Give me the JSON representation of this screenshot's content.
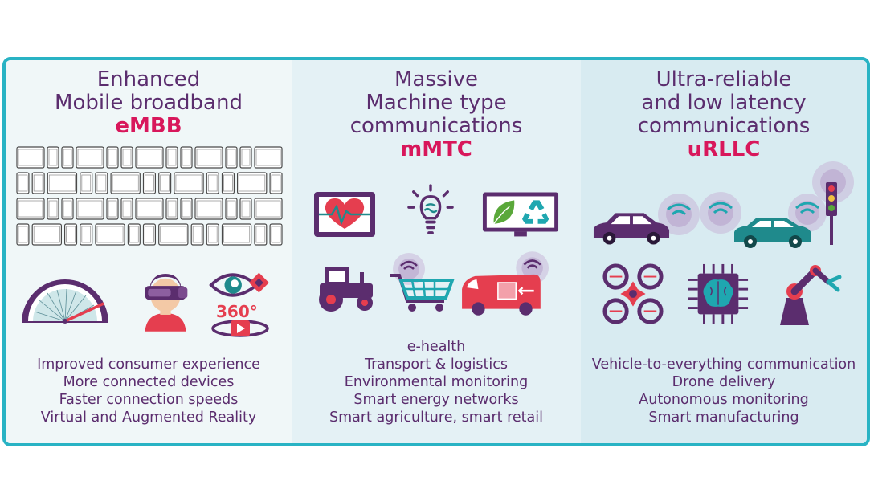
{
  "panels": [
    {
      "title_lines": [
        "Enhanced",
        "Mobile broadband"
      ],
      "code": "eMBB",
      "items": [
        "Improved consumer experience",
        "More connected devices",
        "Faster connection speeds",
        "Virtual and Augmented Reality"
      ],
      "icons": [
        "device-grid-icon",
        "speedometer-icon",
        "vr-headset-icon",
        "eye-icon",
        "video-360-icon"
      ],
      "badge": "360°"
    },
    {
      "title_lines": [
        "Massive",
        "Machine type",
        "communications"
      ],
      "code": "mMTC",
      "items": [
        "e-health",
        "Transport & logistics",
        "Environmental monitoring",
        "Smart energy networks",
        "Smart agriculture, smart retail"
      ],
      "icons": [
        "heart-monitor-icon",
        "lightbulb-icon",
        "recycle-screen-icon",
        "tractor-icon",
        "shopping-cart-icon",
        "delivery-van-icon"
      ]
    },
    {
      "title_lines": [
        "Ultra-reliable",
        "and low latency",
        "communications"
      ],
      "code": "uRLLC",
      "items": [
        "Vehicle-to-everything communication",
        "Drone delivery",
        "Autonomous monitoring",
        "Smart manufacturing"
      ],
      "icons": [
        "car-icon",
        "car-icon",
        "traffic-light-icon",
        "drone-icon",
        "chip-brain-icon",
        "robot-arm-icon"
      ]
    }
  ],
  "colors": {
    "border": "#29b3c4",
    "title": "#5b2d6e",
    "code": "#d8175b",
    "teal": "#1f8a8c",
    "purple": "#5b2d6e",
    "red": "#e53e4f"
  }
}
